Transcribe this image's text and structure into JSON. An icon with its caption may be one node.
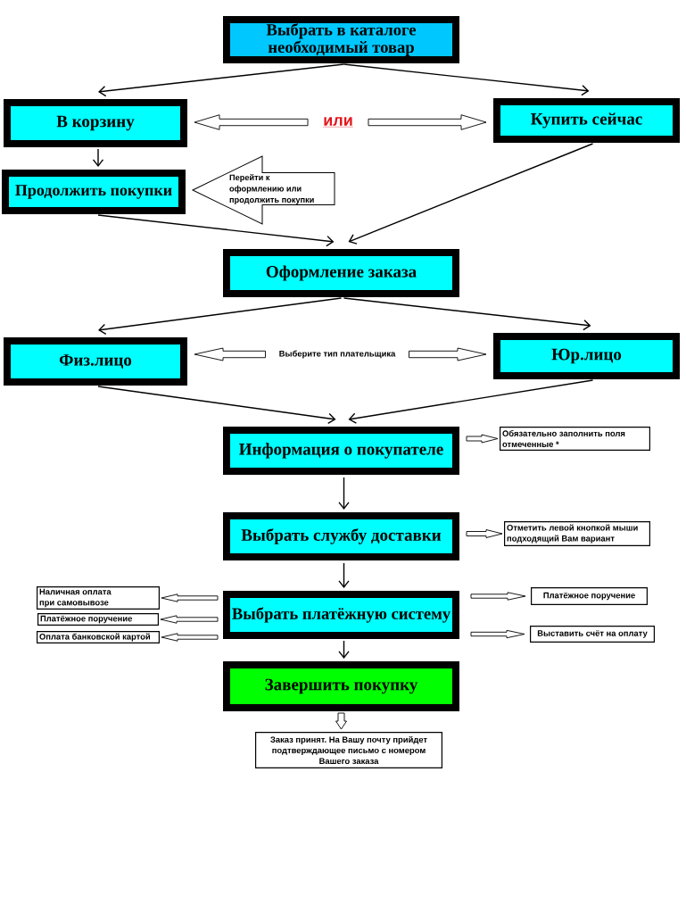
{
  "diagram": {
    "nodes": [
      {
        "text": [
          "Выбрать в каталоге необходимый товар"
        ]
      },
      {
        "text": [
          "В корзину"
        ]
      },
      {
        "text": [
          "или"
        ]
      },
      {
        "text": [
          "Купить сейчас"
        ]
      },
      {
        "text": [
          "Продолжить покупки"
        ]
      },
      {
        "text": [
          "Перейти к оформлению или продолжить покупки"
        ]
      },
      {
        "text": [
          "Оформление заказа"
        ]
      },
      {
        "text": [
          "Физ.лицо"
        ]
      },
      {
        "text": [
          "Выберите тип плательщика"
        ]
      },
      {
        "text": [
          "Юр.лицо"
        ]
      },
      {
        "text": [
          "Информация о покупателе"
        ]
      },
      {
        "text": [
          "Обязательно заполнить поля отмеченные *"
        ]
      },
      {
        "text": [
          "Выбрать службу доставки"
        ]
      },
      {
        "text": [
          "Отметить левой кнопкой мыши подходящий Вам вариант"
        ]
      },
      {
        "text": [
          "Выбрать платёжную систему"
        ]
      },
      {
        "text": [
          "Наличная оплата при самовывозе"
        ]
      },
      {
        "text": [
          "Платёжное поручение"
        ]
      },
      {
        "text": [
          "Оплата банковской картой"
        ]
      },
      {
        "text": [
          "Платёжное поручение"
        ]
      },
      {
        "text": [
          "Выставить счёт на оплату"
        ]
      },
      {
        "text": [
          "Завершить покупку"
        ]
      },
      {
        "text": [
          "Заказ принят. На Вашу почту прийдет подтверждающее письмо с номером Вашего заказа"
        ]
      }
    ],
    "edges": [
      {
        "from": 0,
        "to": 1,
        "arrow": "to"
      },
      {
        "from": 0,
        "to": 3,
        "arrow": "to"
      },
      {
        "from": 2,
        "to": 1,
        "arrow": "to",
        "style": "thick"
      },
      {
        "from": 2,
        "to": 3,
        "arrow": "to",
        "style": "thick"
      },
      {
        "from": 1,
        "to": 4,
        "arrow": "to"
      },
      {
        "from": 4,
        "to": 6,
        "arrow": "to"
      },
      {
        "from": 3,
        "to": 6,
        "arrow": "to"
      },
      {
        "from": 6,
        "to": 7,
        "arrow": "to"
      },
      {
        "from": 6,
        "to": 9,
        "arrow": "to"
      },
      {
        "from": 8,
        "to": 7,
        "arrow": "to",
        "style": "thick"
      },
      {
        "from": 8,
        "to": 9,
        "arrow": "to",
        "style": "thick"
      },
      {
        "from": 7,
        "to": 10,
        "arrow": "to"
      },
      {
        "from": 9,
        "to": 10,
        "arrow": "to"
      },
      {
        "from": 10,
        "to": 11,
        "arrow": "to",
        "style": "thick"
      },
      {
        "from": 10,
        "to": 12,
        "arrow": "to"
      },
      {
        "from": 12,
        "to": 13,
        "arrow": "to",
        "style": "thick"
      },
      {
        "from": 12,
        "to": 14,
        "arrow": "to"
      },
      {
        "from": 14,
        "to": 15,
        "arrow": "to",
        "style": "thick"
      },
      {
        "from": 14,
        "to": 16,
        "arrow": "to",
        "style": "thick"
      },
      {
        "from": 14,
        "to": 17,
        "arrow": "to",
        "style": "thick"
      },
      {
        "from": 14,
        "to": 18,
        "arrow": "to",
        "style": "thick"
      },
      {
        "from": 14,
        "to": 19,
        "arrow": "to",
        "style": "thick"
      },
      {
        "from": 14,
        "to": 20,
        "arrow": "to"
      },
      {
        "from": 20,
        "to": 21,
        "arrow": "to",
        "style": "thick"
      }
    ]
  }
}
